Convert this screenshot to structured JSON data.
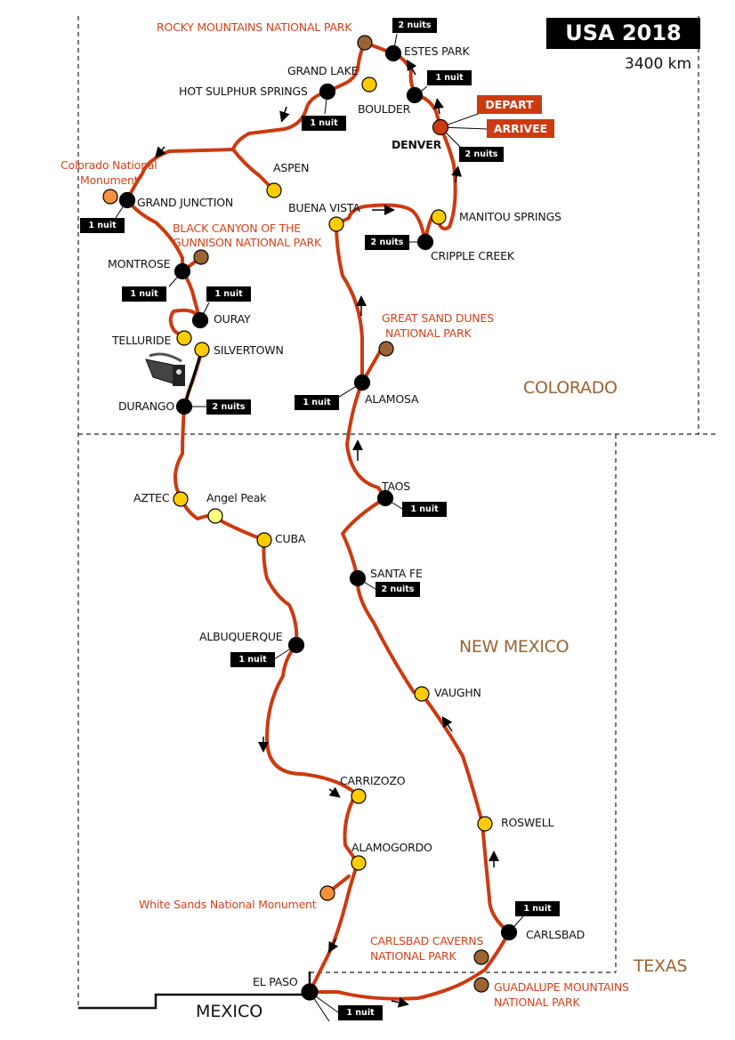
{
  "header": {
    "title": "USA 2018",
    "distance": "3400 km"
  },
  "colors": {
    "route": "#cc3a10",
    "city": "#000000",
    "stop": "#ffcc00",
    "park": "#9b6533",
    "monument": "#f7923a",
    "viewpoint": "#ffff80",
    "start": "#cc3a10",
    "park_text": "#d4421a",
    "state_text": "#9a6433"
  },
  "regions": {
    "colorado": "COLORADO",
    "new_mexico": "NEW MEXICO",
    "texas": "TEXAS",
    "mexico": "MEXICO"
  },
  "markers": {
    "depart": "DEPART",
    "arrivee": "ARRIVEE"
  },
  "places": {
    "denver": "DENVER",
    "boulder": "BOULDER",
    "estes_park": "ESTES PARK",
    "rocky_mountains": "ROCKY MOUNTAINS NATIONAL PARK",
    "grand_lake": "GRAND LAKE",
    "hot_sulphur_springs": "HOT SULPHUR SPRINGS",
    "aspen": "ASPEN",
    "colorado_nm_1": "Colorado National",
    "colorado_nm_2": "Monument",
    "grand_junction": "GRAND JUNCTION",
    "black_canyon_1": "BLACK CANYON OF THE",
    "black_canyon_2": "GUNNISON NATIONAL PARK",
    "montrose": "MONTROSE",
    "ouray": "OURAY",
    "telluride": "TELLURIDE",
    "silvertown": "SILVERTOWN",
    "durango": "DURANGO",
    "buena_vista": "BUENA VISTA",
    "manitou_springs": "MANITOU SPRINGS",
    "cripple_creek": "CRIPPLE CREEK",
    "great_sand_dunes_1": "GREAT SAND DUNES",
    "great_sand_dunes_2": "NATIONAL PARK",
    "alamosa": "ALAMOSA",
    "taos": "TAOS",
    "santa_fe": "SANTA FE",
    "aztec": "AZTEC",
    "angel_peak": "Angel Peak",
    "cuba": "CUBA",
    "albuquerque": "ALBUQUERQUE",
    "vaughn": "VAUGHN",
    "carrizozo": "CARRIZOZO",
    "alamogordo": "ALAMOGORDO",
    "white_sands": "White Sands National Monument",
    "roswell": "ROSWELL",
    "carlsbad": "CARLSBAD",
    "carlsbad_caverns_1": "CARLSBAD CAVERNS",
    "carlsbad_caverns_2": "NATIONAL PARK",
    "guadalupe_1": "GUADALUPE MOUNTAINS",
    "guadalupe_2": "NATIONAL PARK",
    "el_paso": "EL PASO"
  },
  "nights": {
    "estes_park": "2 nuits",
    "boulder": "1 nuit",
    "hot_sulphur_springs": "1 nuit",
    "denver": "2 nuits",
    "grand_junction": "1 nuit",
    "cripple_creek": "2 nuits",
    "montrose": "1 nuit",
    "ouray": "1 nuit",
    "durango": "2 nuits",
    "alamosa": "1 nuit",
    "taos": "1 nuit",
    "santa_fe": "2 nuits",
    "albuquerque": "1 nuit",
    "carlsbad": "1 nuit",
    "el_paso": "1 nuit"
  }
}
